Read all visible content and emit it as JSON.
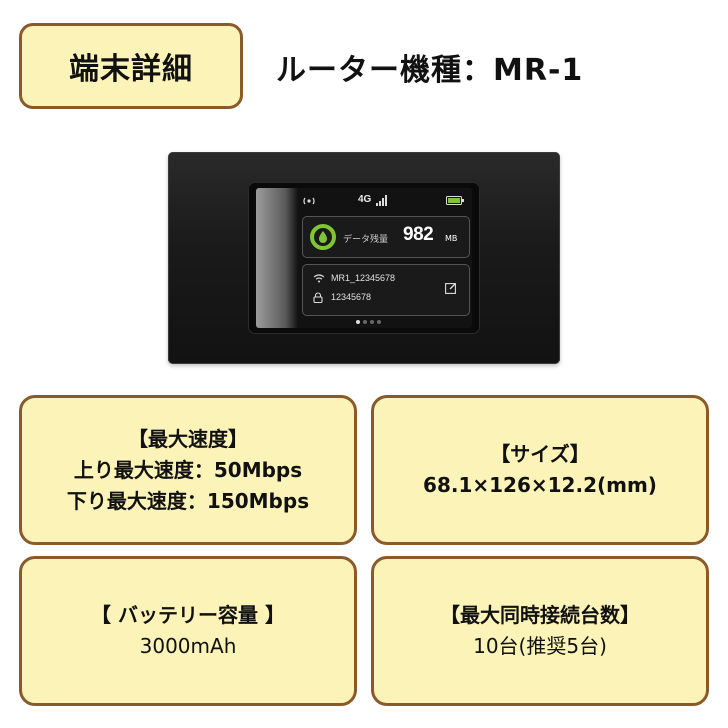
{
  "header": {
    "label": "端末詳細",
    "model": "ルーター機種：MR-1"
  },
  "device_screen": {
    "network": "4G",
    "data_label": "データ残量",
    "data_value": "982",
    "data_unit": "MB",
    "ssid": "MR1_12345678",
    "password": "12345678",
    "accent_color": "#7ec636"
  },
  "cards": {
    "speed": {
      "title": "【最大速度】",
      "upload": "上り最大速度：50Mbps",
      "download": "下り最大速度：150Mbps"
    },
    "size": {
      "title": "【サイズ】",
      "value": "68.1×126×12.2(mm)"
    },
    "battery": {
      "title": "【 バッテリー容量 】",
      "value": "3000mAh"
    },
    "devices": {
      "title": "【最大同時接続台数】",
      "value": "10台(推奨5台)"
    }
  },
  "colors": {
    "card_fill": "#fbf3b8",
    "card_border": "#8a5a2b"
  }
}
